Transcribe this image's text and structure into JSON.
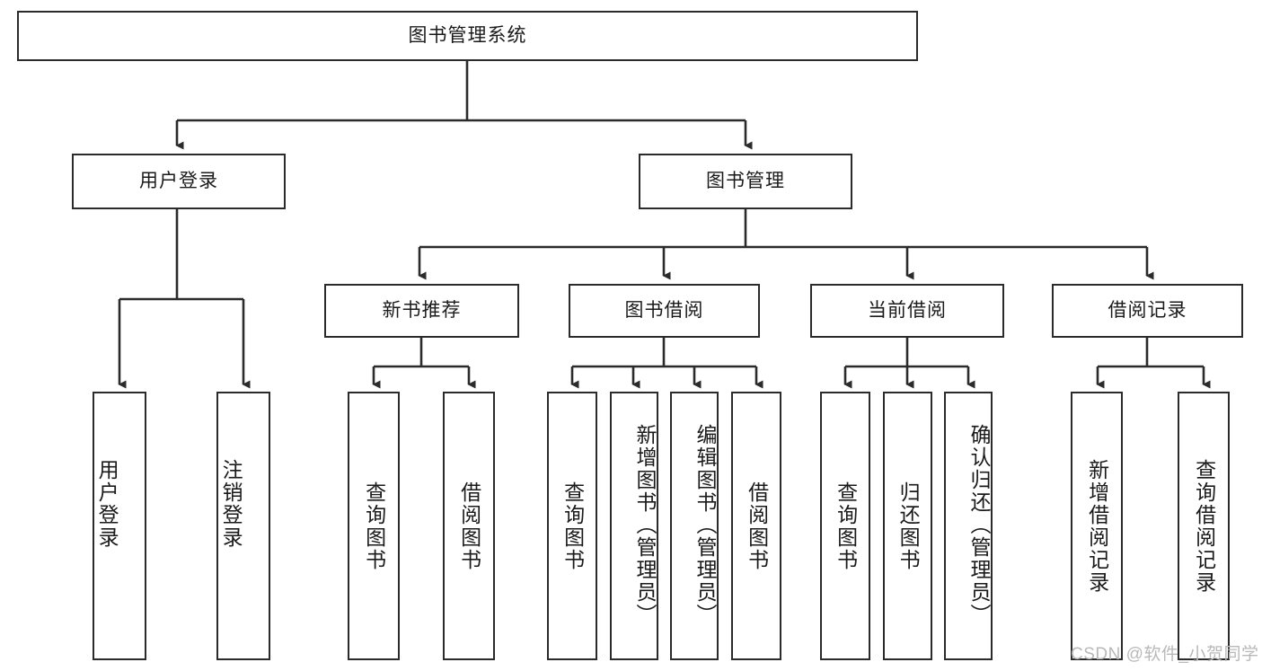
{
  "diagram": {
    "title": "图书管理系统",
    "type": "hierarchy-tree",
    "colors": {
      "box_border": "#2b2b2b",
      "box_fill": "#ffffff",
      "edge": "#2b2b2b",
      "text": "#1a1a1a",
      "watermark": "#b9b9b9"
    },
    "nodes": {
      "root": "图书管理系统",
      "level2": [
        "用户登录",
        "图书管理"
      ],
      "level3": [
        "新书推荐",
        "图书借阅",
        "当前借阅",
        "借阅记录"
      ],
      "leaves": {
        "user_login": [
          "用户登录",
          "注销登录"
        ],
        "new_book_recommend": [
          "查询图书",
          "借阅图书"
        ],
        "book_borrow": [
          "查询图书",
          "新增图书（管理员）",
          "编辑图书（管理员）",
          "借阅图书"
        ],
        "current_borrow": [
          "查询图书",
          "归还图书",
          "确认归还（管理员）"
        ],
        "borrow_record": [
          "新增借阅记录",
          "查询借阅记录"
        ]
      }
    },
    "watermark": "CSDN @软件_小贺同学"
  }
}
